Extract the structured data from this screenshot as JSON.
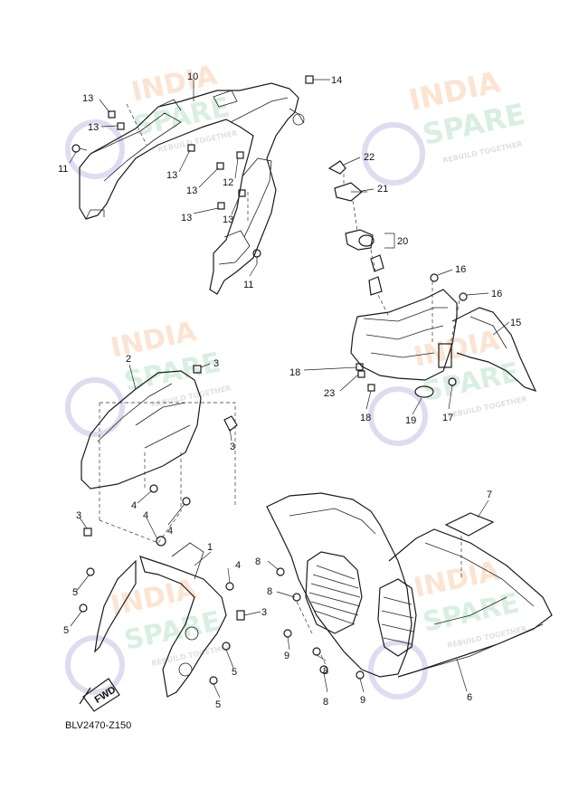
{
  "diagram": {
    "code": "BLV2470-Z150",
    "fwd_label": "FWD",
    "watermark": {
      "line1": "INDIA",
      "line2": "SPARE",
      "tagline": "REBUILD TOGETHER"
    },
    "callouts": {
      "c1": "1",
      "c2": "2",
      "c3": "3",
      "c4": "4",
      "c5": "5",
      "c6": "6",
      "c7": "7",
      "c8": "8",
      "c9": "9",
      "c10": "10",
      "c11": "11",
      "c12": "12",
      "c13": "13",
      "c14": "14",
      "c15": "15",
      "c16": "16",
      "c17": "17",
      "c18": "18",
      "c19": "19",
      "c20": "20",
      "c21": "21",
      "c22": "22",
      "c23": "23"
    }
  }
}
